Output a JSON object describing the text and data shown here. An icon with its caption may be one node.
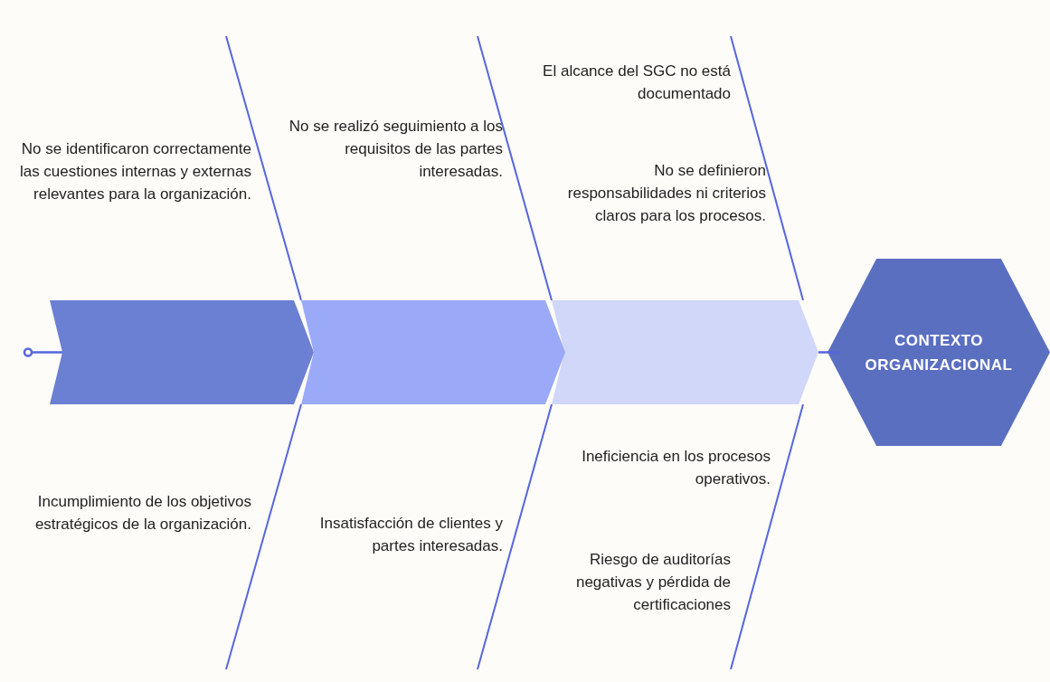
{
  "diagram": {
    "nodes": [
      {
        "text": [],
        "shape": "chevron"
      },
      {
        "text": [],
        "shape": "chevron"
      },
      {
        "text": [],
        "shape": "chevron"
      },
      {
        "text": [
          "CONTEXTO ORGANIZACIONAL"
        ]
      }
    ],
    "edges": [
      {
        "from": null,
        "to": 0,
        "arrow": "other"
      },
      {
        "from": 2,
        "to": 3,
        "arrow": "none"
      }
    ],
    "labels": [
      "El alcance del SGC no está documentado",
      "No se identificaron correctamente las cuestiones internas y externas relevantes para la organización.",
      "No se realizó seguimiento a los requisitos de las partes interesadas.",
      "No se definieron responsabilidades ni criterios claros para los procesos.",
      "Ineficiencia en los procesos operativos.",
      "Incumplimiento de los objetivos estratégicos de la organización.",
      "Insatisfacción de clientes y partes interesadas.",
      "Riesgo de auditorías negativas y pérdida de certificaciones"
    ]
  }
}
